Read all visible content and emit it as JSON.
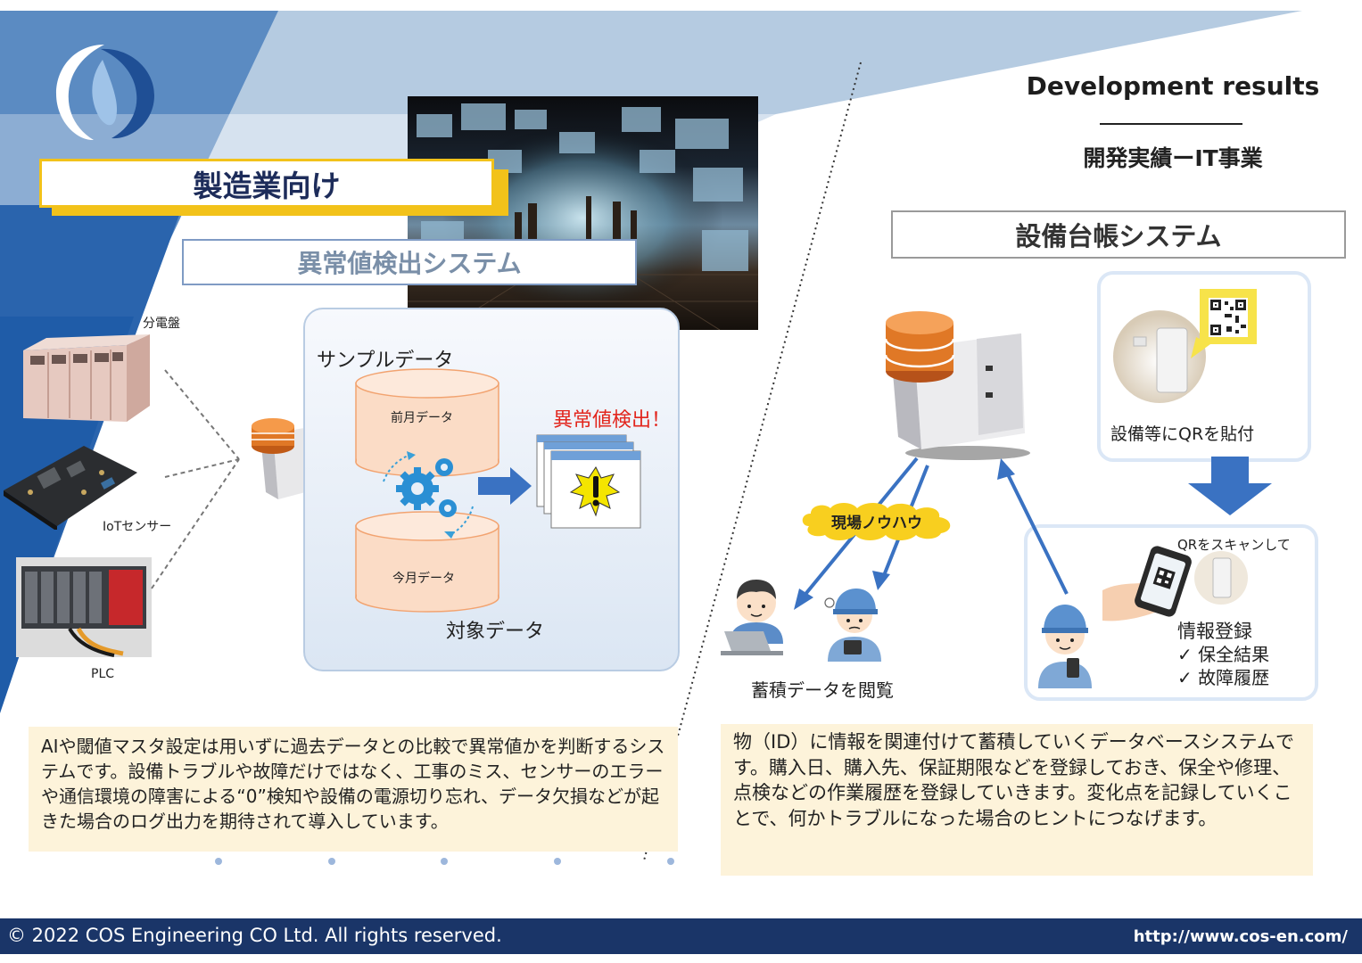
{
  "header": {
    "title_en": "Development results",
    "title_jp": "開発実績ーIT事業"
  },
  "left": {
    "category": "製造業向け",
    "system_title": "異常値検出システム",
    "devices": [
      "分電盤",
      "IoTセンサー",
      "PLC"
    ],
    "flow": {
      "sample_label": "サンプルデータ",
      "prev_month": "前月データ",
      "this_month": "今月データ",
      "target_label": "対象データ",
      "alert": "異常値検出！"
    },
    "description": "AIや閾値マスタ設定は用いずに過去データとの比較で異常値かを判断するシステムです。設備トラブルや故障だけではなく、工事のミス、センサーのエラーや通信環境の障害による“0”検知や設備の電源切り忘れ、データ欠損などが起きた場合のログ出力を期待されて導入しています。"
  },
  "right": {
    "system_title": "設備台帳システム",
    "qr_caption": "設備等にQRを貼付",
    "scan_caption": "QRをスキャンして",
    "register_title": "情報登録",
    "register_items": [
      "✓ 保全結果",
      "✓ 故障履歴"
    ],
    "knowhow": "現場ノウハウ",
    "browse": "蓄積データを閲覧",
    "description": "物（ID）に情報を関連付けて蓄積していくデータベースシステムです。購入日、購入先、保証期限などを登録しておき、保全や修理、点検などの作業履歴を登録していきます。変化点を記録していくことで、何かトラブルになった場合のヒントにつなげます。"
  },
  "footer": {
    "copyright": "© 2022 COS Engineering CO Ltd. All rights reserved.",
    "url": "http://www.cos-en.com/"
  },
  "colors": {
    "navy": "#1a3568",
    "accent_yellow": "#f2c21a",
    "blue": "#2f6db6",
    "alert_red": "#e2261d",
    "desc_bg": "#fdf3da"
  }
}
